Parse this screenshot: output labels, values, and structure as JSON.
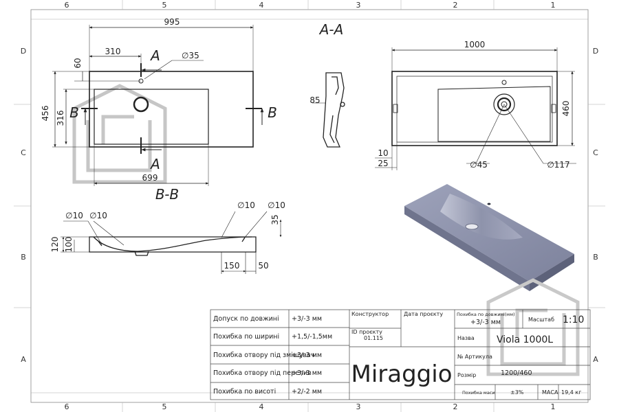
{
  "frame": {
    "columns": [
      "6",
      "5",
      "4",
      "3",
      "2",
      "1"
    ],
    "rows": [
      "D",
      "C",
      "B",
      "A"
    ]
  },
  "top_view": {
    "dim_length": "995",
    "dim_310": "310",
    "dim_60": "60",
    "dim_316": "316",
    "dim_456": "456",
    "dim_699": "699",
    "hole_dia": "∅35",
    "section_a_top": "A",
    "section_a_bottom": "A",
    "section_b_left": "B",
    "section_b_right": "B"
  },
  "section_aa": {
    "title": "A-A",
    "dim_85": "85"
  },
  "section_bb": {
    "title": "B-B",
    "dia_left_1": "∅10",
    "dia_left_2": "∅10",
    "dia_right_1": "∅10",
    "dia_right_2": "∅10",
    "dim_35": "35",
    "dim_120": "120",
    "dim_100": "100",
    "dim_150": "150",
    "dim_50": "50"
  },
  "bottom_view": {
    "dim_1000": "1000",
    "dim_460": "460",
    "dim_10": "10",
    "dim_25": "25",
    "dia_45": "∅45",
    "dia_117": "∅117"
  },
  "title_block": {
    "tolerances": [
      {
        "label": "Допуск по довжині",
        "value": "+3/-3 мм"
      },
      {
        "label": "Похибка по ширині",
        "value": "+1,5/-1,5мм"
      },
      {
        "label": "Похибка отвору під змішувач",
        "value": "+3/-3 мм"
      },
      {
        "label": "Похибка отвору під перелив",
        "value": "+3/-3 мм"
      },
      {
        "label": "Похибка по висоті",
        "value": "+2/-2 мм"
      }
    ],
    "constructor_label": "Конструктор",
    "date_label": "Дата проєкту",
    "project_id_label": "ID проєкту",
    "project_id_value": "01.115",
    "length_error_label": "Похибка по довжині(мм)",
    "length_error_value": "+3/-3 мм",
    "scale_label": "Масштаб",
    "scale_value": "1:10",
    "name_label": "Назва",
    "name_value": "Viola 1000L",
    "article_label": "№ Артикула",
    "size_label": "Розмір",
    "size_value": "1200/460",
    "mass_error_label": "Похибка маси",
    "mass_error_value": "±3%",
    "mass_label": "МАСА",
    "mass_value": "19,4 кг",
    "brand": "Miraggio"
  },
  "colors": {
    "line": "#222222",
    "grid": "#888888",
    "basin": "#8a8fa8",
    "basin_dark": "#6b7089",
    "basin_light": "#b4b8cc",
    "watermark": "#c8c8c8"
  }
}
